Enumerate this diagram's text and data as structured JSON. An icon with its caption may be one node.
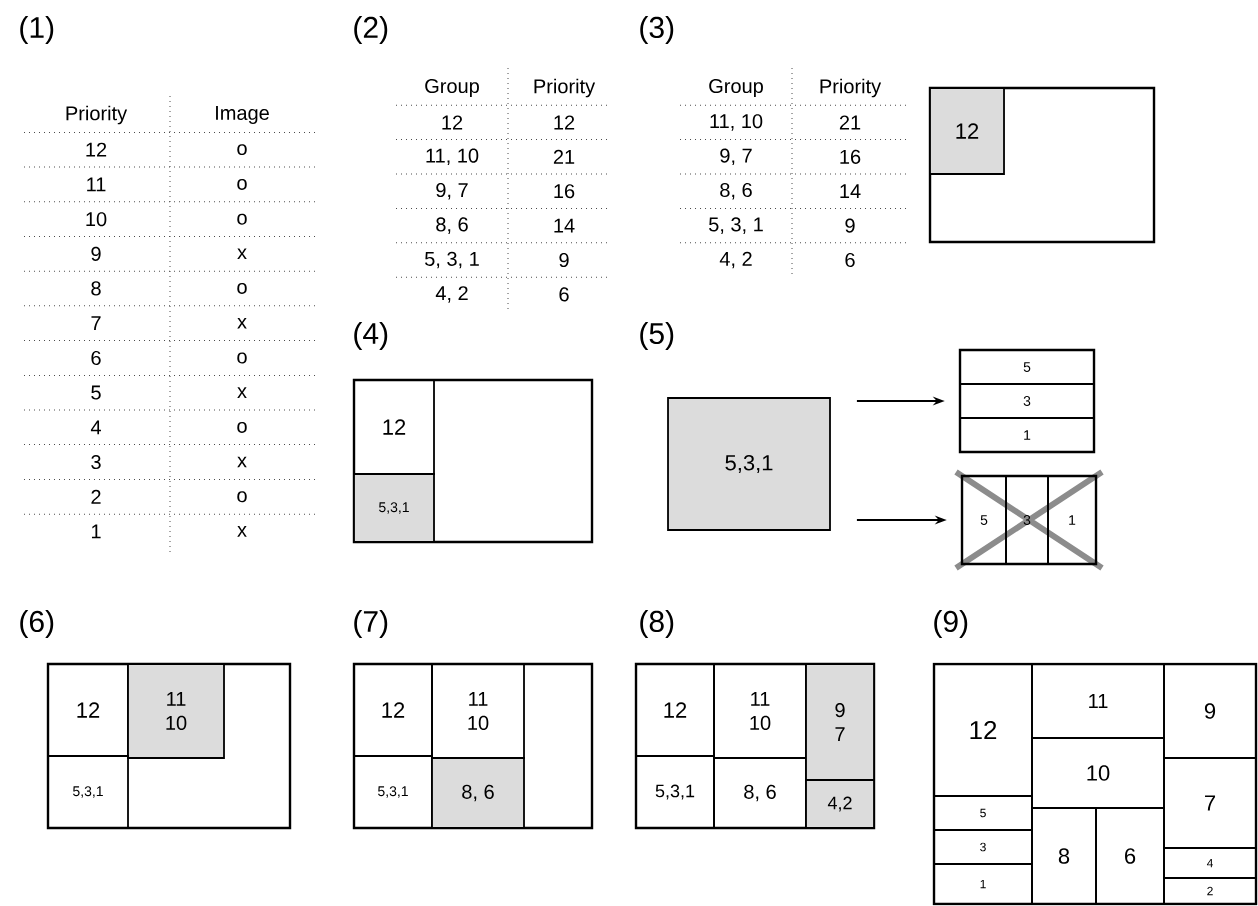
{
  "diagram": {
    "nodes": [
      {
        "text": [],
        "shape": "box"
      },
      {
        "text": [
          "12"
        ],
        "in": 0
      },
      {
        "text": [],
        "shape": "box"
      },
      {
        "text": [
          "12"
        ],
        "in": 2
      },
      {
        "text": [
          "5,3,1"
        ],
        "in": 2
      },
      {
        "text": [
          "5,3,1"
        ]
      },
      {
        "text": [],
        "shape": "box"
      },
      {
        "text": [
          "5"
        ],
        "in": 6
      },
      {
        "text": [
          "3"
        ],
        "in": 6
      },
      {
        "text": [
          "1"
        ],
        "in": 6
      },
      {
        "text": [],
        "shape": "box"
      },
      {
        "text": [
          "5"
        ],
        "in": 10
      },
      {
        "text": [
          "3"
        ],
        "in": 10
      },
      {
        "text": [
          "1"
        ],
        "in": 10
      },
      {
        "text": [],
        "shape": "box"
      },
      {
        "text": [
          "12"
        ],
        "in": 14
      },
      {
        "text": [
          "11 10"
        ],
        "in": 14
      },
      {
        "text": [
          "5,3,1"
        ],
        "in": 14
      },
      {
        "text": [],
        "shape": "box"
      },
      {
        "text": [
          "12"
        ],
        "in": 18
      },
      {
        "text": [
          "11 10"
        ],
        "in": 18
      },
      {
        "text": [
          "5,3,1"
        ],
        "in": 18
      },
      {
        "text": [
          "8, 6"
        ],
        "in": 18
      },
      {
        "text": [],
        "shape": "box"
      },
      {
        "text": [
          "12"
        ],
        "in": 23
      },
      {
        "text": [
          "11 10"
        ],
        "in": 23
      },
      {
        "text": [
          "5,3,1"
        ],
        "in": 23
      },
      {
        "text": [
          "8, 6"
        ],
        "in": 23
      },
      {
        "text": [
          "9 7"
        ],
        "in": 23
      },
      {
        "text": [
          "4,2"
        ],
        "in": 23
      },
      {
        "text": [],
        "shape": "box"
      },
      {
        "text": [
          "12"
        ],
        "in": 30
      },
      {
        "text": [
          "11"
        ],
        "in": 30
      },
      {
        "text": [
          "9"
        ],
        "in": 30
      },
      {
        "text": [
          "10"
        ],
        "in": 30
      },
      {
        "text": [
          "7"
        ],
        "in": 30
      },
      {
        "text": [
          "5"
        ],
        "in": 30
      },
      {
        "text": [
          "3"
        ],
        "in": 30
      },
      {
        "text": [
          "8"
        ],
        "in": 30
      },
      {
        "text": [
          "6"
        ],
        "in": 30
      },
      {
        "text": [
          "1"
        ],
        "in": 30
      },
      {
        "text": [
          "4"
        ],
        "in": 30
      },
      {
        "text": [
          "2"
        ],
        "in": 30
      }
    ],
    "edges": [
      {
        "from": 5,
        "to": 6,
        "arrow": "to"
      },
      {
        "from": 5,
        "to": 10,
        "arrow": "to"
      }
    ],
    "labels": [
      "(1)",
      "Priority",
      "Image",
      "12",
      "o",
      "11",
      "o",
      "10",
      "o",
      "9",
      "x",
      "8",
      "o",
      "7",
      "x",
      "6",
      "o",
      "5",
      "x",
      "4",
      "o",
      "3",
      "x",
      "2",
      "o",
      "1",
      "x",
      "(2)",
      "Group",
      "Priority",
      "12",
      "12",
      "11, 10",
      "21",
      "9, 7",
      "16",
      "8, 6",
      "14",
      "5, 3, 1",
      "9",
      "4, 2",
      "6",
      "(3)",
      "Group",
      "Priority",
      "11, 10",
      "21",
      "9, 7",
      "16",
      "8, 6",
      "14",
      "5, 3, 1",
      "9",
      "4, 2",
      "6",
      "(4)",
      "(5)",
      "(6)",
      "(7)",
      "(8)",
      "(9)"
    ]
  }
}
